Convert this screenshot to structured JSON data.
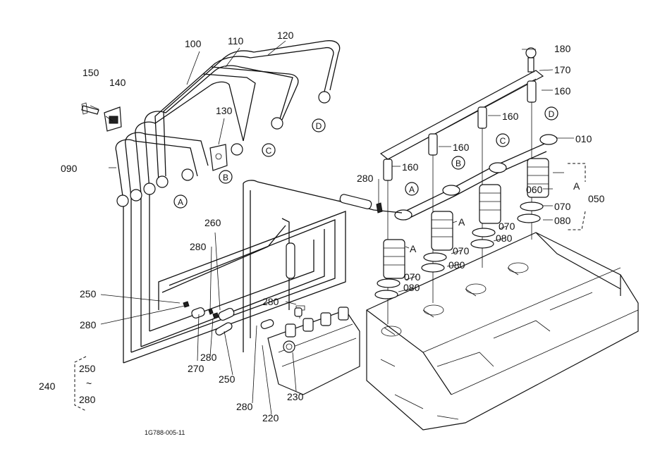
{
  "parts": {
    "p010": "010",
    "p050": "050",
    "p060": "060",
    "p070": "070",
    "p080": "080",
    "p090": "090",
    "p100": "100",
    "p110": "110",
    "p120": "120",
    "p130": "130",
    "p140": "140",
    "p150": "150",
    "p160": "160",
    "p170": "170",
    "p180": "180",
    "p220": "220",
    "p230": "230",
    "p240": "240",
    "p250": "250",
    "p260": "260",
    "p270": "270",
    "p280": "280"
  },
  "markers": {
    "a": "A",
    "b": "B",
    "c": "C",
    "d": "D"
  },
  "group_range": {
    "from": "250",
    "tilde": "~",
    "to": "280"
  },
  "drawing_code": "1G788-005-11"
}
